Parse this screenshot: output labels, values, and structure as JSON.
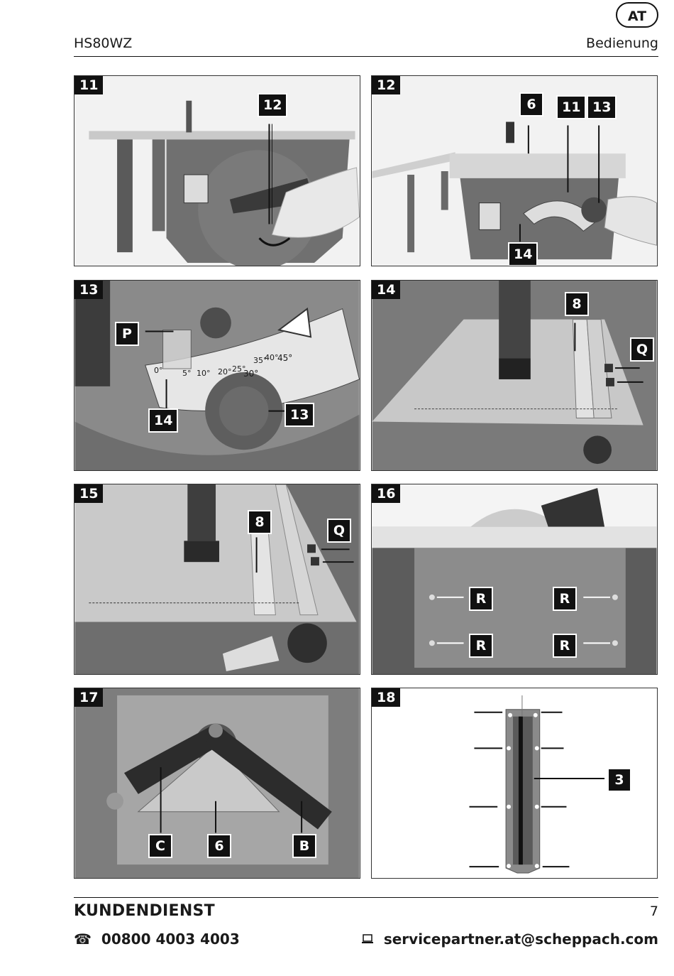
{
  "header": {
    "model": "HS80WZ",
    "section": "Bedienung",
    "country": "AT"
  },
  "panels": [
    {
      "number": "11",
      "callouts": [
        "12"
      ]
    },
    {
      "number": "12",
      "callouts": [
        "6",
        "11",
        "13",
        "14"
      ]
    },
    {
      "number": "13",
      "callouts": [
        "P",
        "14",
        "13"
      ],
      "scale_labels": [
        "0°",
        "5°",
        "10°",
        "20°",
        "25°",
        "30°",
        "35°",
        "40°",
        "45°"
      ]
    },
    {
      "number": "14",
      "callouts": [
        "8",
        "Q"
      ]
    },
    {
      "number": "15",
      "callouts": [
        "8",
        "Q"
      ]
    },
    {
      "number": "16",
      "callouts": [
        "R",
        "R",
        "R",
        "R"
      ]
    },
    {
      "number": "17",
      "callouts": [
        "C",
        "6",
        "B"
      ]
    },
    {
      "number": "18",
      "callouts": [
        "3"
      ]
    }
  ],
  "footer": {
    "title": "KUNDENDIENST",
    "page": "7",
    "phone_icon": "☎",
    "phone": "00800 4003 4003",
    "email_icon": "laptop-icon",
    "email": "servicepartner.at@scheppach.com"
  },
  "colors": {
    "saw_body": "#6e6e6e",
    "table_top": "#cfcfcf",
    "label_bg": "#111111"
  }
}
